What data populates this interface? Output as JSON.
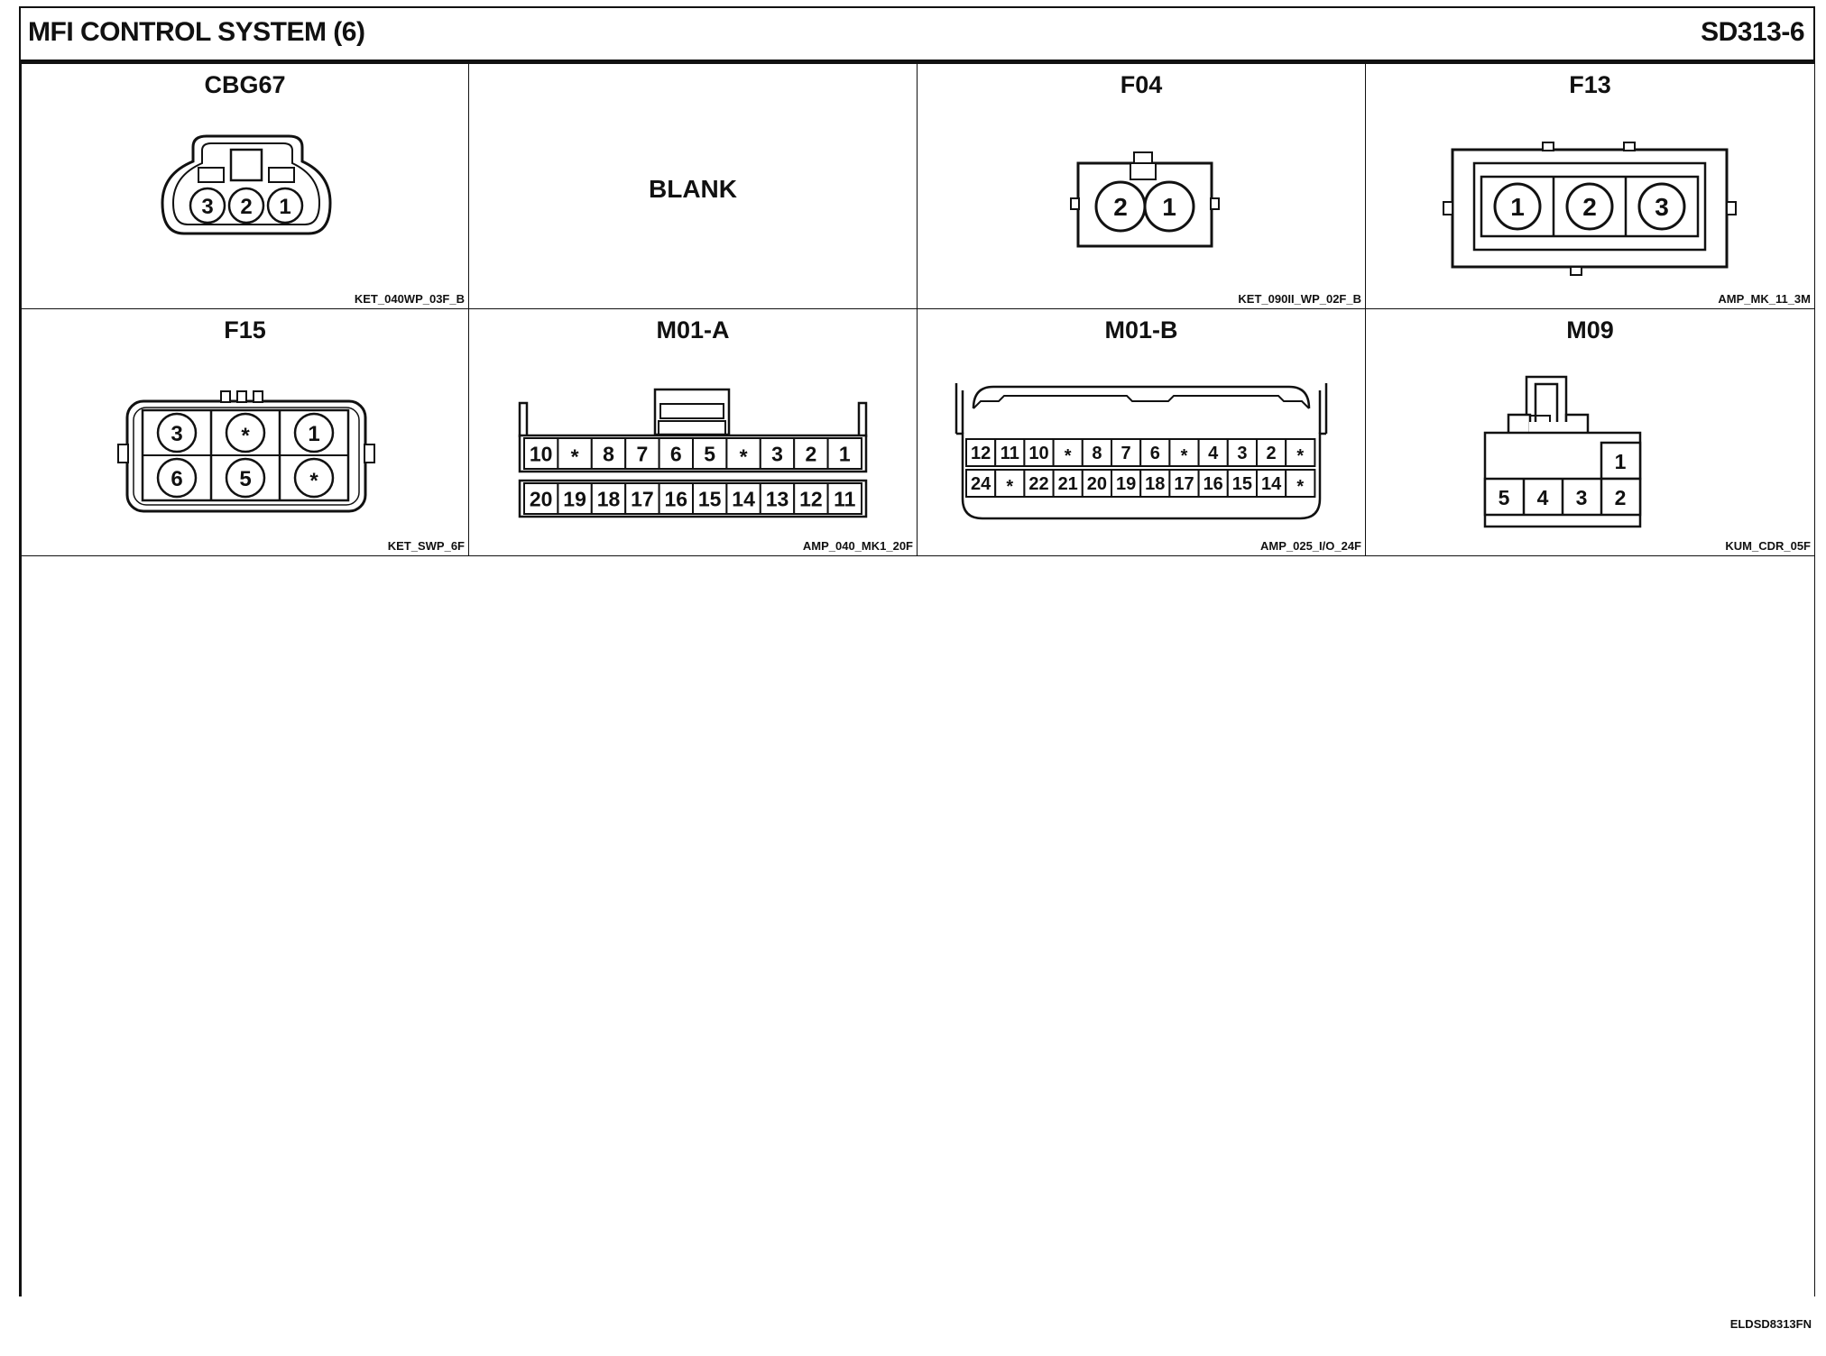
{
  "header": {
    "title": "MFI CONTROL SYSTEM (6)",
    "code": "SD313-6"
  },
  "footer": {
    "code": "ELDSD8313FN"
  },
  "connectors": {
    "cbg67": {
      "name": "CBG67",
      "part": "KET_040WP_03F_B",
      "pins": [
        "3",
        "2",
        "1"
      ]
    },
    "blank": {
      "label": "BLANK"
    },
    "f04": {
      "name": "F04",
      "part": "KET_090II_WP_02F_B",
      "pins": [
        "2",
        "1"
      ]
    },
    "f13": {
      "name": "F13",
      "part": "AMP_MK_11_3M",
      "pins": [
        "1",
        "2",
        "3"
      ]
    },
    "f15": {
      "name": "F15",
      "part": "KET_SWP_6F",
      "top": [
        "3",
        "*",
        "1"
      ],
      "bottom": [
        "6",
        "5",
        "*"
      ]
    },
    "m01a": {
      "name": "M01-A",
      "part": "AMP_040_MK1_20F",
      "top": [
        "10",
        "*",
        "8",
        "7",
        "6",
        "5",
        "*",
        "3",
        "2",
        "1"
      ],
      "bottom": [
        "20",
        "19",
        "18",
        "17",
        "16",
        "15",
        "14",
        "13",
        "12",
        "11"
      ]
    },
    "m01b": {
      "name": "M01-B",
      "part": "AMP_025_I/O_24F",
      "top": [
        "12",
        "11",
        "10",
        "*",
        "8",
        "7",
        "6",
        "*",
        "4",
        "3",
        "2",
        "*"
      ],
      "bottom": [
        "24",
        "*",
        "22",
        "21",
        "20",
        "19",
        "18",
        "17",
        "16",
        "15",
        "14",
        "*"
      ]
    },
    "m09": {
      "name": "M09",
      "part": "KUM_CDR_05F",
      "top": [
        "1"
      ],
      "bottom": [
        "5",
        "4",
        "3",
        "2"
      ]
    }
  }
}
